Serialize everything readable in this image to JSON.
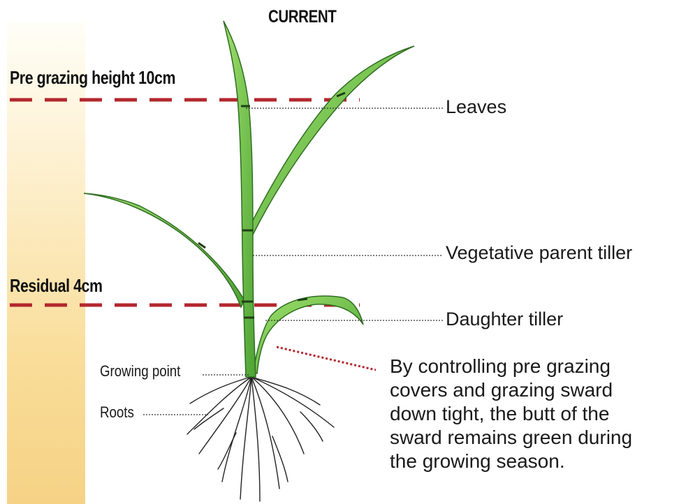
{
  "title": "CURRENT",
  "heights": {
    "pre_grazing": "Pre grazing height 10cm",
    "residual": "Residual 4cm"
  },
  "labels": {
    "leaves": "Leaves",
    "vegetative_parent_tiller": "Vegetative parent tiller",
    "daughter_tiller": "Daughter tiller",
    "growing_point": "Growing point",
    "roots": "Roots"
  },
  "note_lines": [
    "By controlling pre grazing",
    "covers and grazing sward",
    "down tight, the butt of the",
    "sward remains green during",
    "the growing season."
  ],
  "colors": {
    "dashed_line": "#b3272d",
    "leaf_green": "#6cc04a",
    "leaf_dark": "#2f6e22",
    "ruler_gradient_top": "#fffef7",
    "ruler_gradient_bottom": "#f6d285"
  }
}
